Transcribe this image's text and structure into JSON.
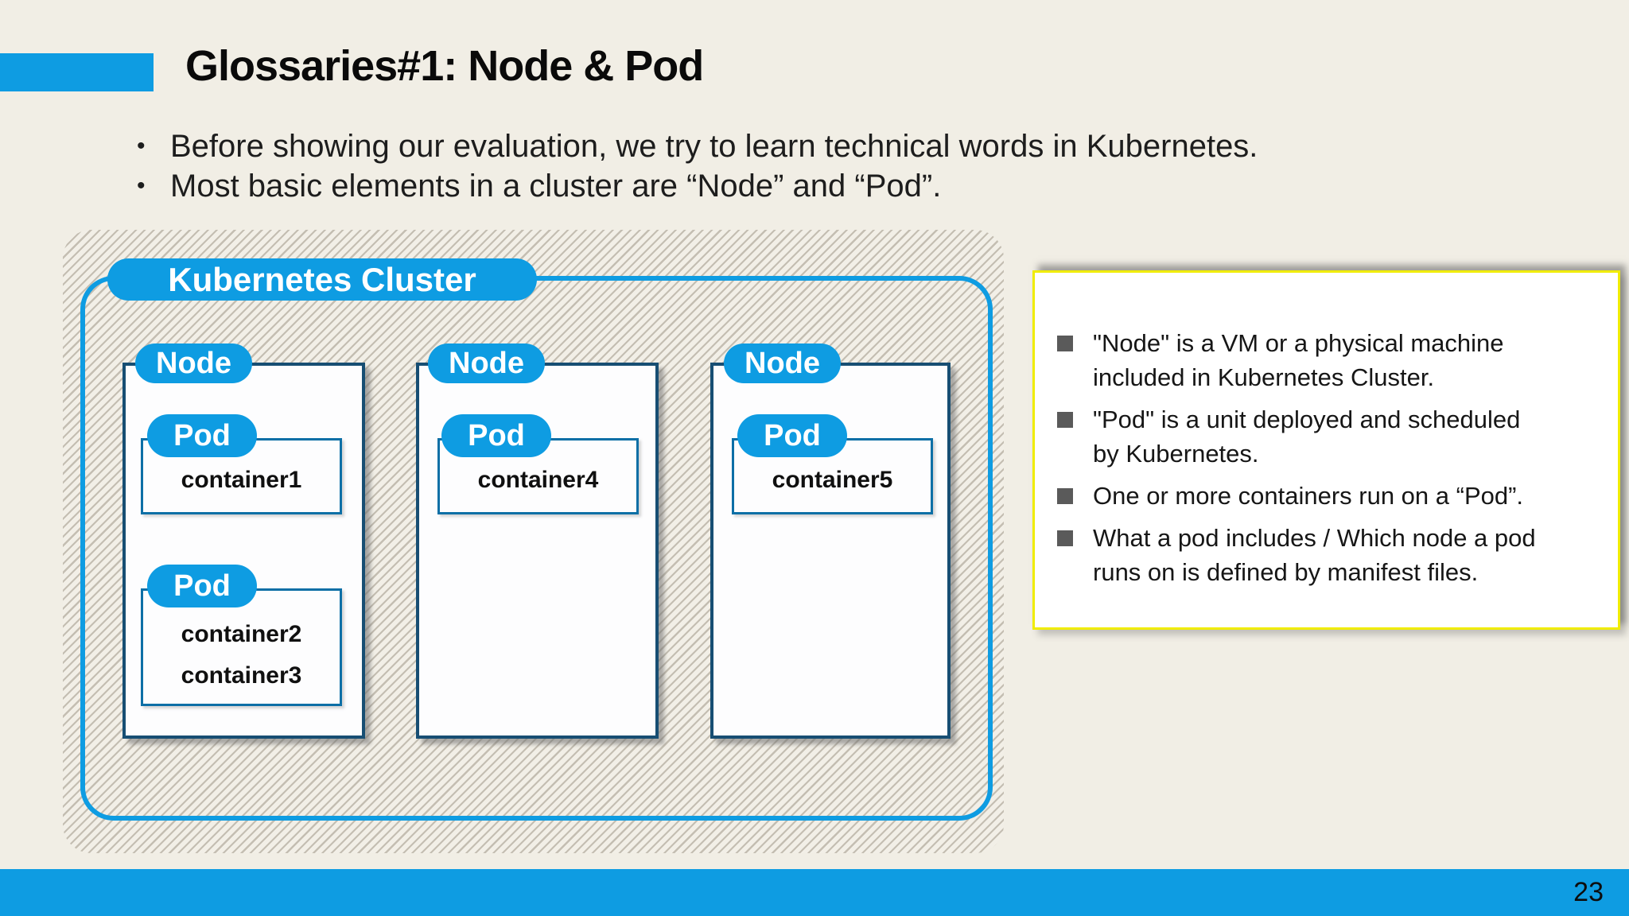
{
  "colors": {
    "accent_blue": "#0e9ce2",
    "node_border_blue": "#174e73",
    "pod_border_blue": "#0d6fa6",
    "info_border_yellow": "#f0ec00",
    "background_cream": "#f1eee5",
    "bullet_square_gray": "#5a5a5a"
  },
  "header": {
    "title": "Glossaries#1: Node & Pod",
    "bullet_char": "•",
    "bullets": [
      "Before showing our evaluation, we try to learn technical words in Kubernetes.",
      "Most basic elements in a cluster are “Node” and “Pod”."
    ]
  },
  "diagram": {
    "cluster_label": "Kubernetes Cluster",
    "node_label": "Node",
    "pod_label": "Pod",
    "nodes": [
      {
        "pods": [
          {
            "containers": [
              "container1"
            ]
          },
          {
            "containers": [
              "container2",
              "container3"
            ]
          }
        ]
      },
      {
        "pods": [
          {
            "containers": [
              "container4"
            ]
          }
        ]
      },
      {
        "pods": [
          {
            "containers": [
              "container5"
            ]
          }
        ]
      }
    ]
  },
  "info_box": {
    "items": [
      "\"Node\" is a VM or a physical machine\nincluded in Kubernetes Cluster.",
      "\"Pod\" is a unit deployed and scheduled\nby Kubernetes.",
      "One or more containers run on a “Pod”.",
      "What a pod includes / Which node a pod\nruns on is defined by manifest files."
    ]
  },
  "footer": {
    "page_number": "23"
  }
}
